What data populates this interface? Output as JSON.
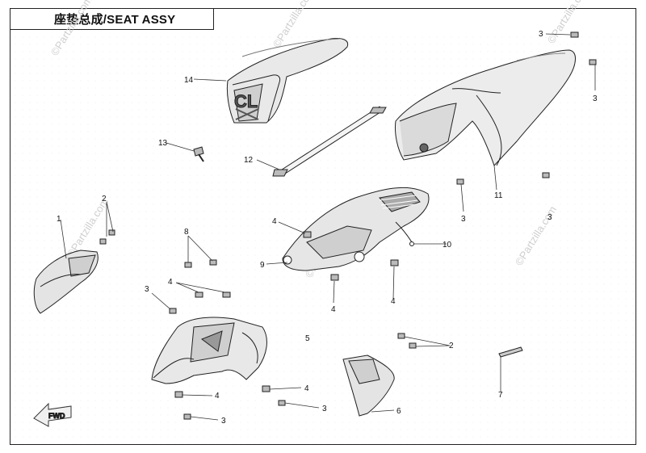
{
  "title": "座垫总成/SEAT ASSY",
  "watermark": "©Partzilla.com",
  "fwd_label": "FWD",
  "emblem_letters": "CL",
  "callouts": {
    "c1": "1",
    "c2a": "2",
    "c2b": "2",
    "c3a": "3",
    "c3b": "3",
    "c3c": "3",
    "c3d": "3",
    "c3e": "3",
    "c3f": "3",
    "c3g": "3",
    "c4a": "4",
    "c4b": "4",
    "c4c": "4",
    "c4d": "4",
    "c4e": "4",
    "c4f": "4",
    "c5": "5",
    "c6": "6",
    "c7": "7",
    "c8": "8",
    "c9": "9",
    "c10": "10",
    "c11": "11",
    "c12": "12",
    "c13": "13",
    "c14": "14"
  }
}
